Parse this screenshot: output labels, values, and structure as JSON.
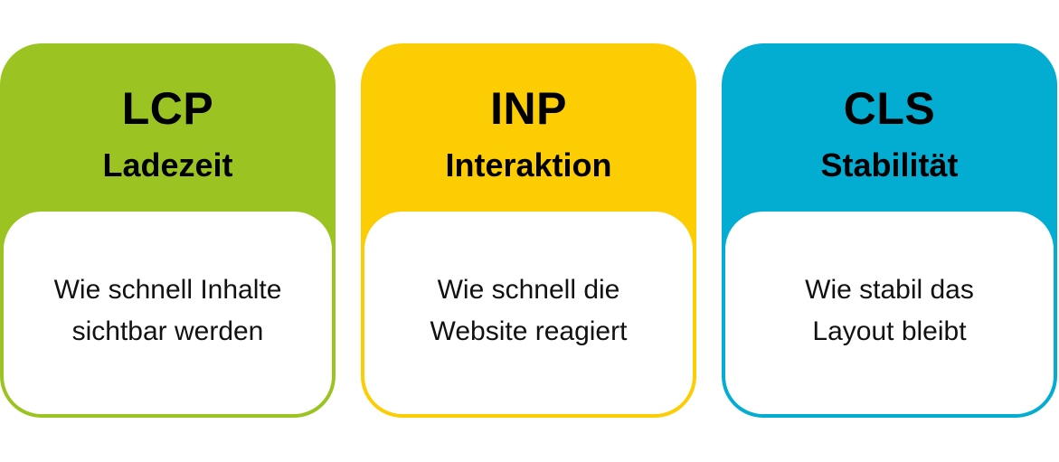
{
  "cards": [
    {
      "abbr": "LCP",
      "title": "Ladezeit",
      "description_lines": [
        "Wie schnell Inhalte",
        "sichtbar werden"
      ],
      "color": "#9bc422"
    },
    {
      "abbr": "INP",
      "title": "Interaktion",
      "description_lines": [
        "Wie schnell die",
        "Website reagiert"
      ],
      "color": "#fccd03"
    },
    {
      "abbr": "CLS",
      "title": "Stabilität",
      "description_lines": [
        "Wie stabil das",
        "Layout bleibt"
      ],
      "color": "#03acd1"
    }
  ]
}
